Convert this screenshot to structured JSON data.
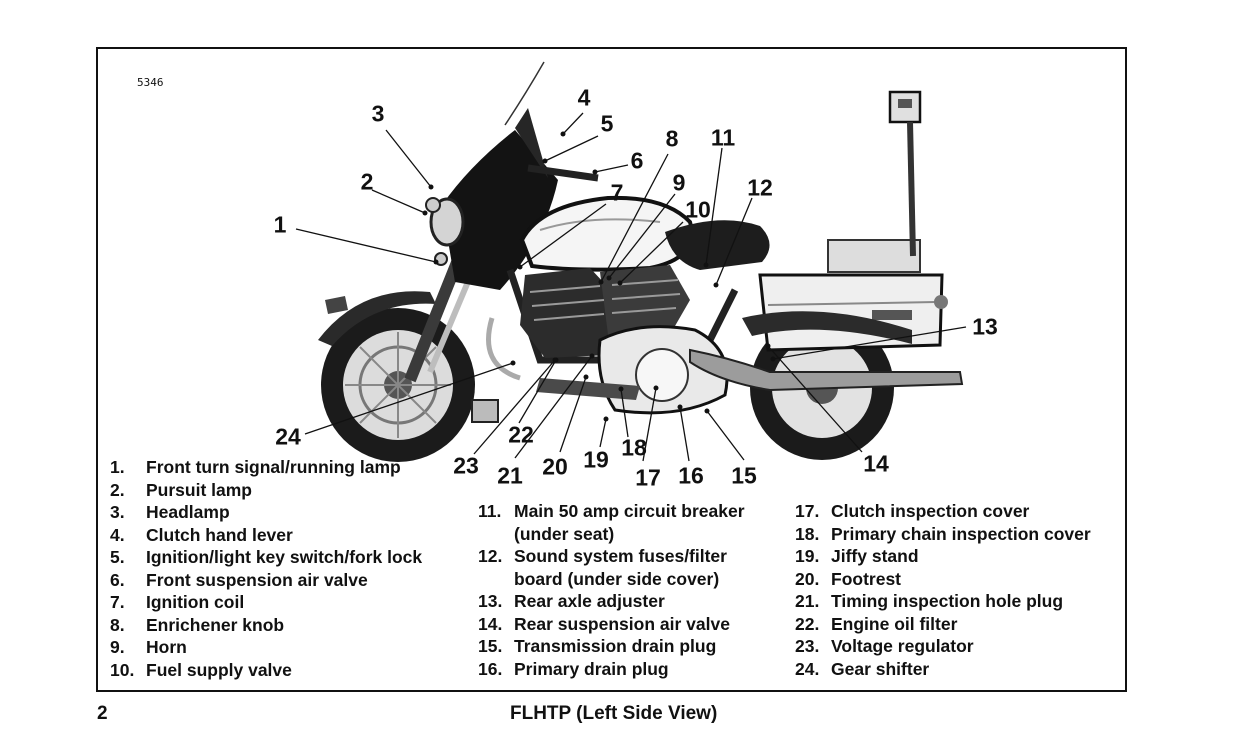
{
  "figure": {
    "id": "5346",
    "caption": "FLHTP (Left Side View)",
    "page_number": "2"
  },
  "callouts": [
    "1",
    "2",
    "3",
    "4",
    "5",
    "6",
    "7",
    "8",
    "9",
    "10",
    "11",
    "12",
    "13",
    "14",
    "15",
    "16",
    "17",
    "18",
    "19",
    "20",
    "21",
    "22",
    "23",
    "24"
  ],
  "legend": {
    "col1": [
      {
        "num": "1.",
        "text": "Front turn signal/running lamp"
      },
      {
        "num": "2.",
        "text": "Pursuit lamp"
      },
      {
        "num": "3.",
        "text": "Headlamp"
      },
      {
        "num": "4.",
        "text": "Clutch hand lever"
      },
      {
        "num": "5.",
        "text": "Ignition/light key switch/fork lock"
      },
      {
        "num": "6.",
        "text": "Front suspension air valve"
      },
      {
        "num": "7.",
        "text": "Ignition coil"
      },
      {
        "num": "8.",
        "text": "Enrichener knob"
      },
      {
        "num": "9.",
        "text": "Horn"
      },
      {
        "num": "10.",
        "text": "Fuel supply valve"
      }
    ],
    "col2": [
      {
        "num": "11.",
        "text": "Main 50 amp circuit breaker",
        "cont": "(under seat)"
      },
      {
        "num": "12.",
        "text": "Sound system fuses/filter",
        "cont": "board (under side cover)"
      },
      {
        "num": "13.",
        "text": "Rear axle adjuster"
      },
      {
        "num": "14.",
        "text": "Rear suspension air valve"
      },
      {
        "num": "15.",
        "text": "Transmission drain plug"
      },
      {
        "num": "16.",
        "text": "Primary drain plug"
      }
    ],
    "col3": [
      {
        "num": "17.",
        "text": "Clutch inspection cover"
      },
      {
        "num": "18.",
        "text": "Primary chain inspection cover"
      },
      {
        "num": "19.",
        "text": "Jiffy stand"
      },
      {
        "num": "20.",
        "text": "Footrest"
      },
      {
        "num": "21.",
        "text": "Timing inspection hole plug"
      },
      {
        "num": "22.",
        "text": "Engine oil filter"
      },
      {
        "num": "23.",
        "text": "Voltage regulator"
      },
      {
        "num": "24.",
        "text": "Gear shifter"
      }
    ]
  }
}
